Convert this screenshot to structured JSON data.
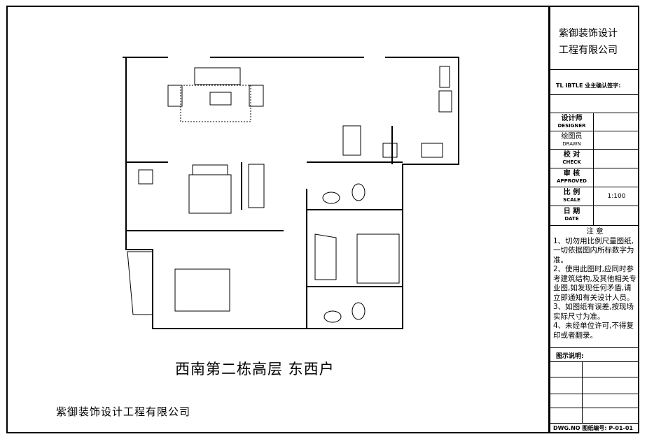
{
  "title_block": {
    "company": [
      "紫御装饰设计",
      "工程有限公司"
    ],
    "owner_confirm": "TL IBTLE 业主确认签字:",
    "rows": [
      {
        "label": "设计师",
        "sub": "DESIGNER",
        "value": ""
      },
      {
        "label": "绘图员",
        "sub": "DRAWN",
        "value": ""
      },
      {
        "label": "校 对",
        "sub": "CHECK",
        "value": ""
      },
      {
        "label": "审 核",
        "sub": "APPROVED",
        "value": ""
      },
      {
        "label": "比 例",
        "sub": "SCALE",
        "value": "1:100"
      },
      {
        "label": "日 期",
        "sub": "DATE",
        "value": ""
      }
    ],
    "notes_title": "注 意",
    "notes": [
      "1、切勿用比例尺量图纸,一切依据图内所标数字为准。",
      "2、使用此图时,应同时参考建筑结构,及其他相关专业图,如发现任何矛盾,请立即通知有关设计人员。",
      "3、如图纸有误差,按现场实际尺寸为准。",
      "4、未经单位许可,不得复印或者翻录。"
    ],
    "legend_label": "图示说明:",
    "drawing_no": "DWG.NO 图纸编号: P-01-01"
  },
  "drawing": {
    "caption": "西南第二栋高层  东西户",
    "company_footer": "紫御装饰设计工程有限公司"
  }
}
